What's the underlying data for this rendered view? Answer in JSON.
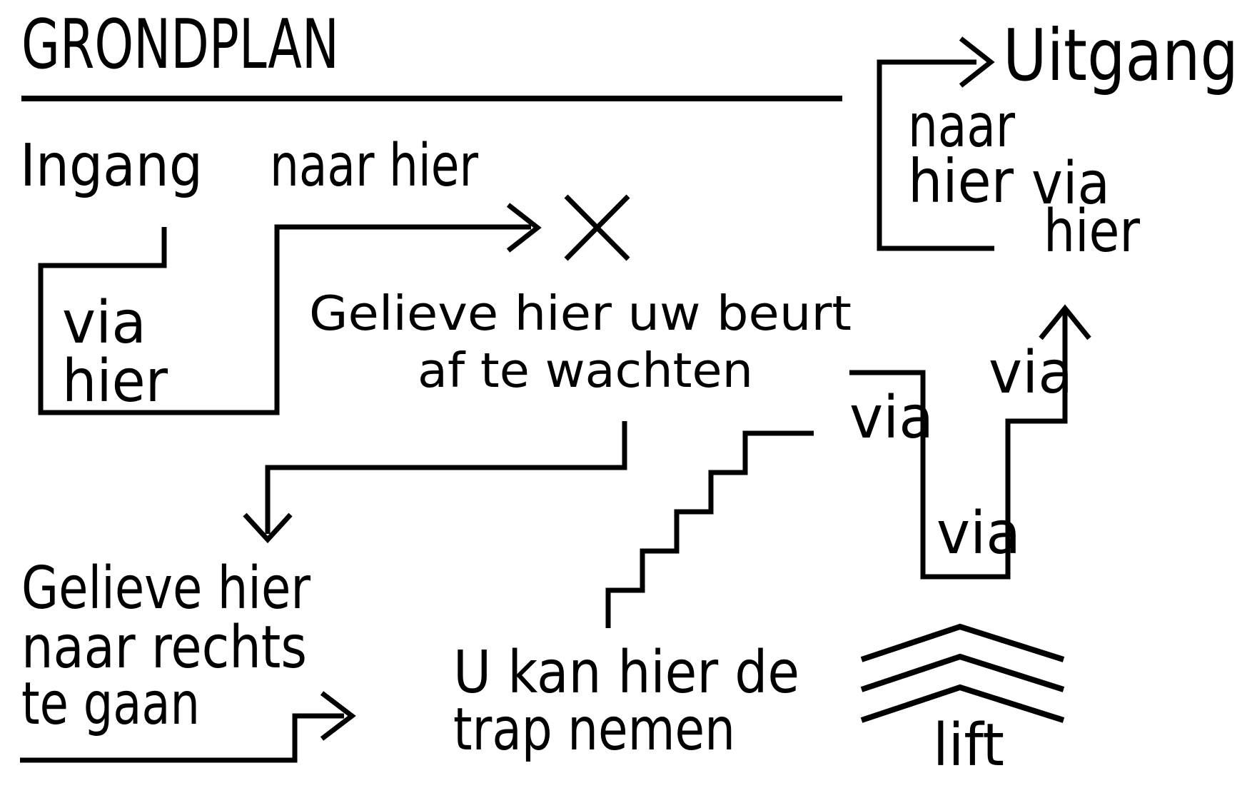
{
  "title": "GRONDPLAN",
  "colors": {
    "ink": "#000000",
    "background": "#ffffff"
  },
  "labels": {
    "entrance": "Ingang",
    "to_here_top_left": "naar hier",
    "via_left_line1": "via",
    "via_left_line2": "hier",
    "wait_line1": "Gelieve hier uw beurt",
    "wait_line2": "af te wachten",
    "go_right_line1": "Gelieve hier",
    "go_right_line2": "naar rechts",
    "go_right_line3": "te gaan",
    "stairs_line1": "U kan hier de",
    "stairs_line2": "trap nemen",
    "exit": "Uitgang",
    "to_here_top_right_line1": "naar",
    "to_here_top_right_line2": "hier",
    "via_top_right_line1": "via",
    "via_top_right_line2": "hier",
    "via_middle": "via",
    "via_up_arrow": "via",
    "via_bottom": "via",
    "lift": "lift"
  }
}
